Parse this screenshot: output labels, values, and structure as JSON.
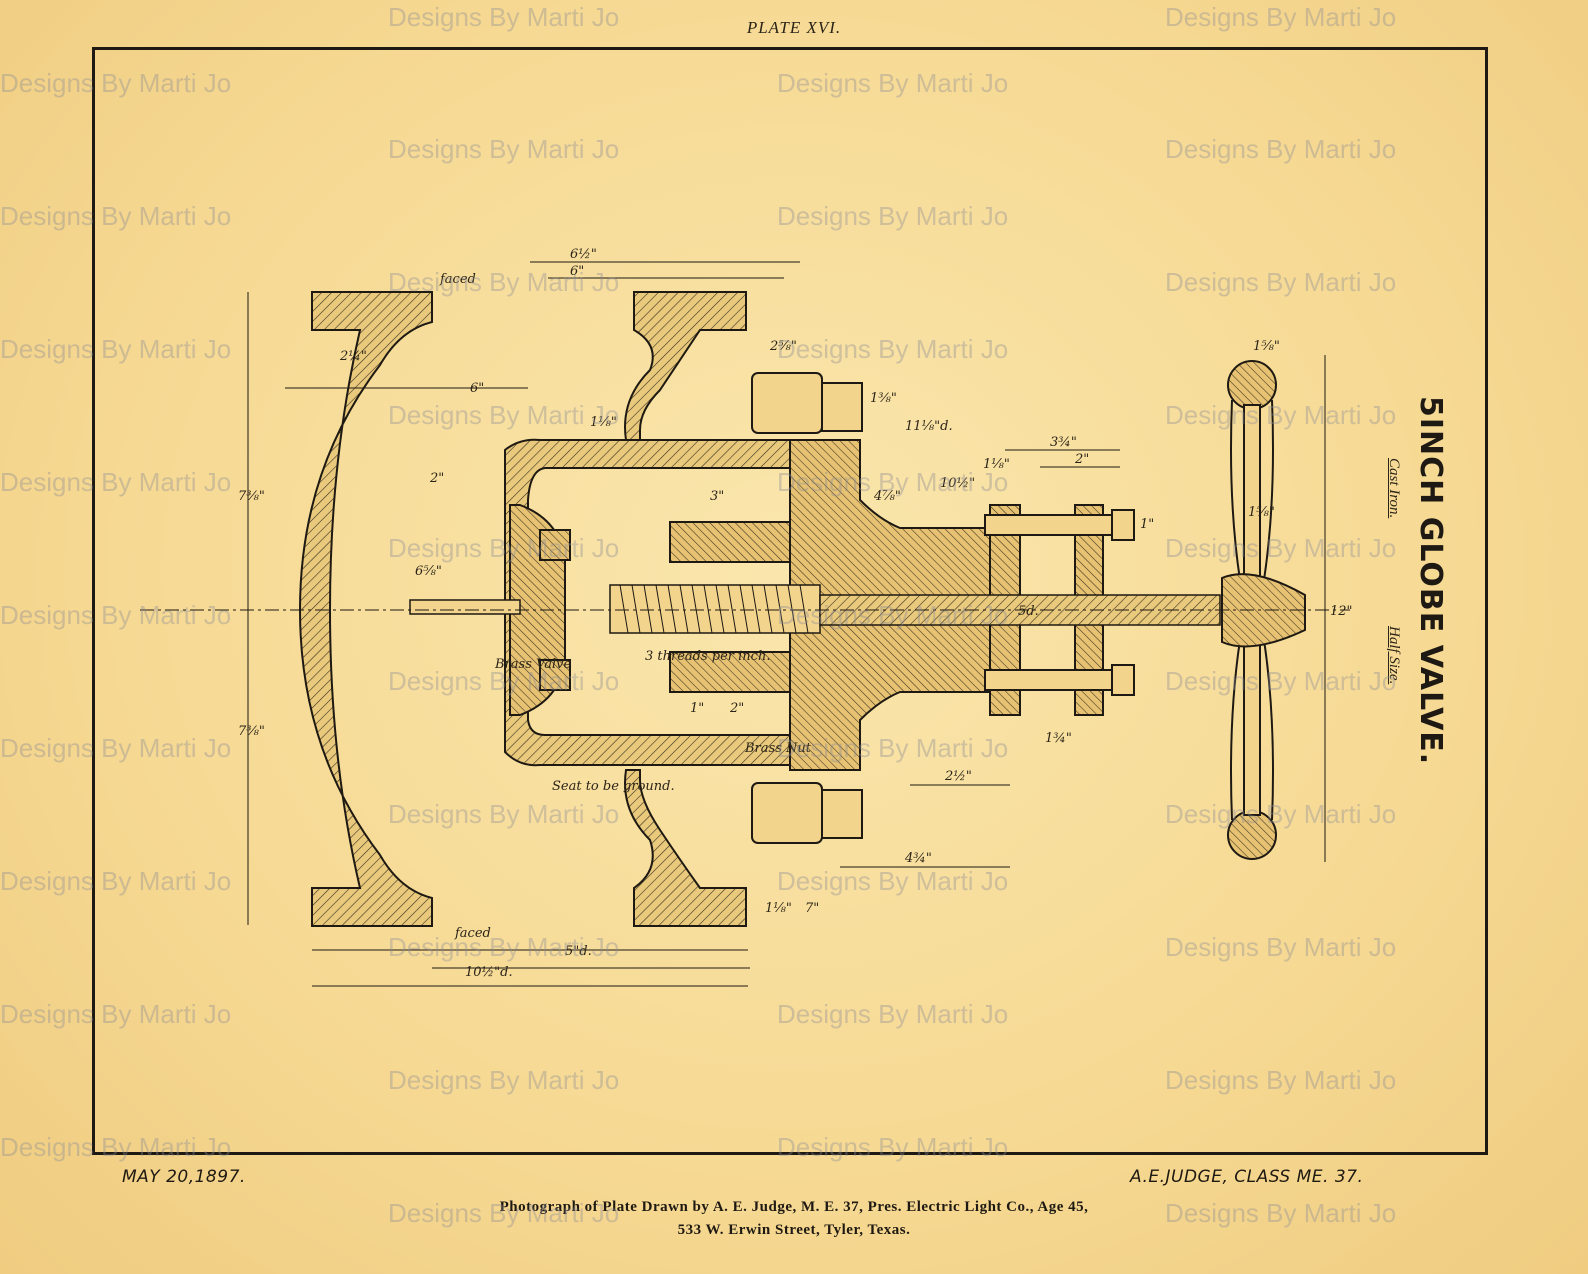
{
  "plate": {
    "number": "PLATE XVI.",
    "title": "5INCH GLOBE VALVE.",
    "material": "Cast Iron.",
    "scale": "Half Size."
  },
  "footer": {
    "date": "MAY 20,1897.",
    "author": "A.E.JUDGE, CLASS ME. 37.",
    "caption_line1": "Photograph of Plate Drawn by A. E. Judge, M. E. 37, Pres. Electric Light Co., Age 45,",
    "caption_line2": "533 W. Erwin Street, Tyler, Texas."
  },
  "dimensions": {
    "d1": "6½\"",
    "d2": "6\"",
    "d3": "faced",
    "d4": "2¼\"",
    "d5": "6\"",
    "d6": "1⅛\"",
    "d7": "2\"",
    "d8": "3\"",
    "d9": "6⅝\"",
    "d10": "7⅜\"",
    "d11": "7⅜\"",
    "d12": "3¾\"",
    "d13": "2\"",
    "d14": "10½\"",
    "d15": "11⅛\"d.",
    "d16": "4⅞\"",
    "d17": "1⅜\"",
    "d18": "5d.",
    "d19": "12\"",
    "d20": "2½\"",
    "d21": "4¾\"",
    "d22": "1⅛\"",
    "d23": "7\"",
    "d24": "faced",
    "d25": "5\"d.",
    "d26": "10½\"d.",
    "d27": "3 threads per inch.",
    "d28": "Brass Nut",
    "d29": "Seat to be ground.",
    "d30": "1\"",
    "d31": "2\"",
    "d32": "1⅝\"",
    "d33": "1\"",
    "d34": "1⅝\"",
    "d35": "2⅝\"",
    "d36": "1⅛\"",
    "d37": "Brass Valve",
    "d38": "1¾\""
  },
  "watermark": {
    "text": "Designs By Marti Jo"
  }
}
